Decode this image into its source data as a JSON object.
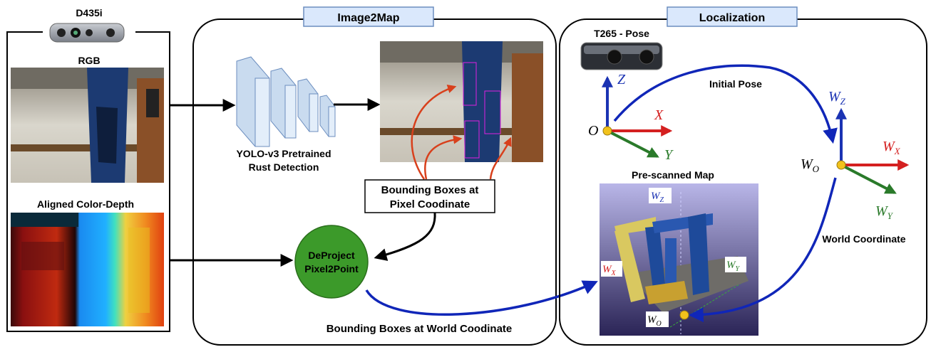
{
  "sensor": {
    "device": "D435i",
    "rgb_label": "RGB",
    "depth_label": "Aligned Color-Depth"
  },
  "image2map": {
    "title": "Image2Map",
    "network_label_line1": "YOLO-v3 Pretrained",
    "network_label_line2": "Rust Detection",
    "bbox_pixel_line1": "Bounding Boxes at",
    "bbox_pixel_line2": "Pixel Coodinate",
    "deproject_line1": "DeProject",
    "deproject_line2": "Pixel2Point",
    "bbox_world": "Bounding Boxes at World Coodinate"
  },
  "localization": {
    "title": "Localization",
    "pose_device": "T265 - Pose",
    "initial_pose": "Initial Pose",
    "map_label": "Pre-scanned Map",
    "world_coordinate": "World Coordinate",
    "axes": {
      "origin": "O",
      "x": "X",
      "y": "Y",
      "z": "Z",
      "w": "W",
      "sub_o": "O",
      "sub_x": "X",
      "sub_y": "Y",
      "sub_z": "Z"
    }
  },
  "colors": {
    "panel_title_bg": "#dae8fc",
    "panel_title_border": "#6c8ebf",
    "deproject_fill": "#3c9a2a",
    "axis_x": "#d42020",
    "axis_y": "#2a7a2a",
    "axis_z": "#1b33b3",
    "flow_blue": "#1026b8",
    "annot_red": "#d8401c",
    "origin_dot": "#f2c21b"
  }
}
